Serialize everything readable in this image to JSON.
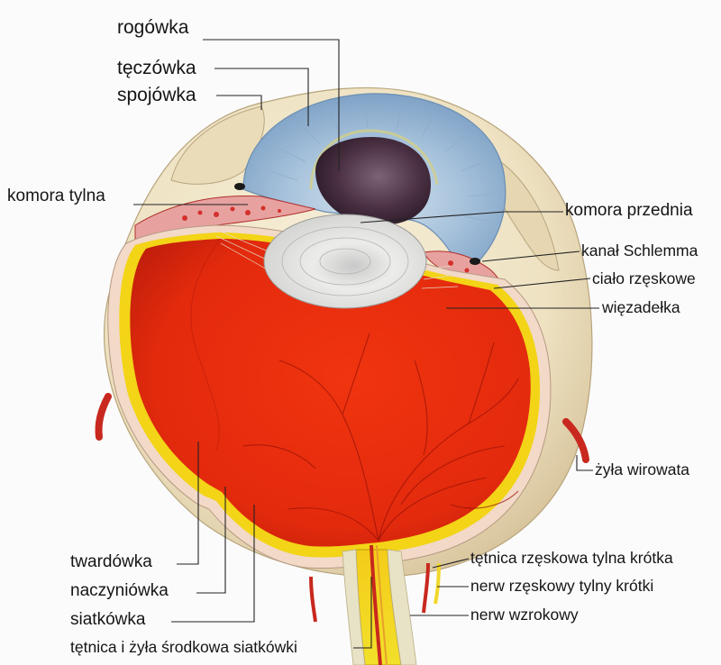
{
  "diagram": {
    "labels": {
      "cornea": "rogówka",
      "iris": "tęczówka",
      "conjunctiva": "spojówka",
      "posterior_chamber": "komora tylna",
      "anterior_chamber": "komora przednia",
      "schlemm_canal": "kanał Schlemma",
      "ciliary_body": "ciało rzęskowe",
      "zonules": "więzadełka",
      "vortex_vein": "żyła wirowata",
      "sclera": "twardówka",
      "choroid": "naczyniówka",
      "retina": "siatkówka",
      "central_retinal_vessels": "tętnica i żyła środkowa siatkówki",
      "short_posterior_ciliary_artery": "tętnica rzęskowa tylna krótka",
      "short_posterior_ciliary_nerve": "nerw rzęskowy tylny krótki",
      "optic_nerve": "nerw wzrokowy"
    },
    "colors": {
      "sclera": "#efe4c6",
      "sclera_shade": "#d9c9a4",
      "iris": "#a9c6df",
      "pupil": "#4d3446",
      "lens": "#e4e4e2",
      "vitreous": "#e8290e",
      "retina": "#f1d612",
      "ciliary": "#e44a4a",
      "vessel": "#c8281e"
    }
  }
}
